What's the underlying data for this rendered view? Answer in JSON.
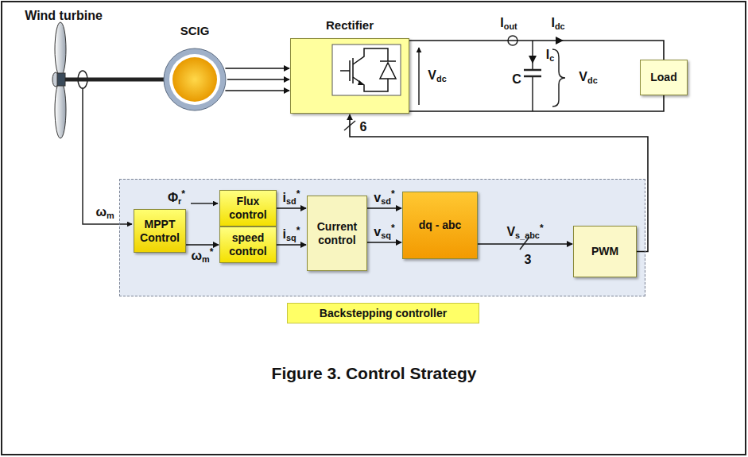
{
  "diagram": {
    "caption": "Figure 3. Control Strategy",
    "nodes": [
      {
        "text": [
          "SCIG"
        ]
      },
      {
        "text": [
          "Rectifier"
        ]
      },
      {
        "text": [
          "Load"
        ]
      },
      {
        "text": [
          "Backstepping controller"
        ]
      },
      {
        "text": [
          "MPPT Control"
        ],
        "in": 3
      },
      {
        "text": [
          "Flux control"
        ],
        "in": 3
      },
      {
        "text": [
          "speed control"
        ],
        "in": 3
      },
      {
        "text": [
          "Current control"
        ],
        "in": 3
      },
      {
        "text": [
          "dq - abc"
        ],
        "in": 3
      },
      {
        "text": [
          "PWM"
        ],
        "in": 3
      }
    ],
    "edges": [
      {
        "from": 0,
        "to": 1,
        "arrow": "to"
      },
      {
        "from": 1,
        "to": 2,
        "arrow": "none"
      },
      {
        "from": 9,
        "to": 1,
        "arrow": "to"
      },
      {
        "from": 4,
        "to": 6,
        "label": "ωm*",
        "arrow": "to"
      },
      {
        "from": 5,
        "to": 7,
        "label": "isd*",
        "arrow": "to"
      },
      {
        "from": 6,
        "to": 7,
        "label": "isq*",
        "arrow": "to"
      },
      {
        "from": 7,
        "to": 8,
        "label": "vsd*",
        "arrow": "to"
      },
      {
        "from": 7,
        "to": 8,
        "label": "vsq*",
        "arrow": "to"
      },
      {
        "from": 8,
        "to": 9,
        "label": "Vs_abc*",
        "arrow": "to"
      }
    ],
    "labels": [
      "Wind turbine",
      "ωm",
      "Φr*",
      "Vdc",
      "Iout",
      "Idc",
      "Ic",
      "C",
      "Vdc",
      "6",
      "3"
    ]
  }
}
